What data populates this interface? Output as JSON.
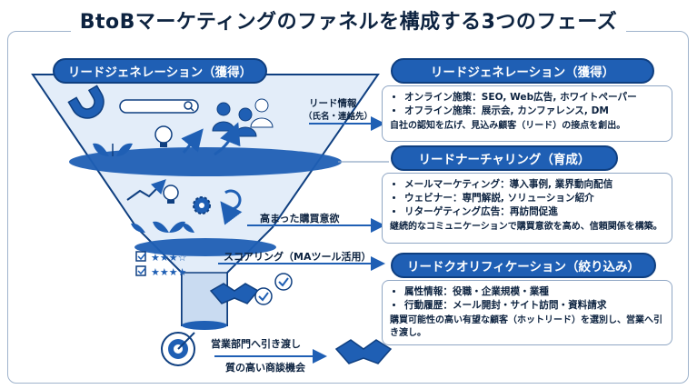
{
  "title": "BtoBマーケティングのファネルを構成する3つのフェーズ",
  "funnel": {
    "top_label": "リードジェネレーション（獲得）"
  },
  "arrows": {
    "lead_info": "リード情報",
    "lead_info_sub": "（氏名・連絡先）",
    "intent": "高まった購買意欲",
    "scoring": "スコアリング（MAツール活用）",
    "handoff": "営業部門へ引き渡し",
    "opportunity": "質の高い商談機会"
  },
  "phases": [
    {
      "heading": "リードジェネレーション（獲得）",
      "bullets": [
        "オンライン施策：SEO, Web広告, ホワイトペーパー",
        "オフライン施策：展示会, カンファレンス, DM"
      ],
      "note": "自社の認知を広げ、見込み顧客（リード）の接点を創出。"
    },
    {
      "heading": "リードナーチャリング（育成）",
      "bullets": [
        "メールマーケティング：導入事例, 業界動向配信",
        "ウェビナー：専門解説, ソリューション紹介",
        "リターゲティング広告：再訪問促進"
      ],
      "note": "継続的なコミュニケーションで購買意欲を高め、信頼関係を構築。"
    },
    {
      "heading": "リードクオリフィケーション（絞り込み）",
      "bullets": [
        "属性情報：役職・企業規模・業種",
        "行動履歴：メール開封・サイト訪問・資料請求"
      ],
      "note": "購買可能性の高い有望な顧客（ホットリード）を選別し、営業へ引き渡し。"
    }
  ],
  "colors": {
    "navy": "#0f3f80",
    "blue": "#1f5fb4",
    "light": "#dbe8f7",
    "mid": "#a9c6e8"
  }
}
